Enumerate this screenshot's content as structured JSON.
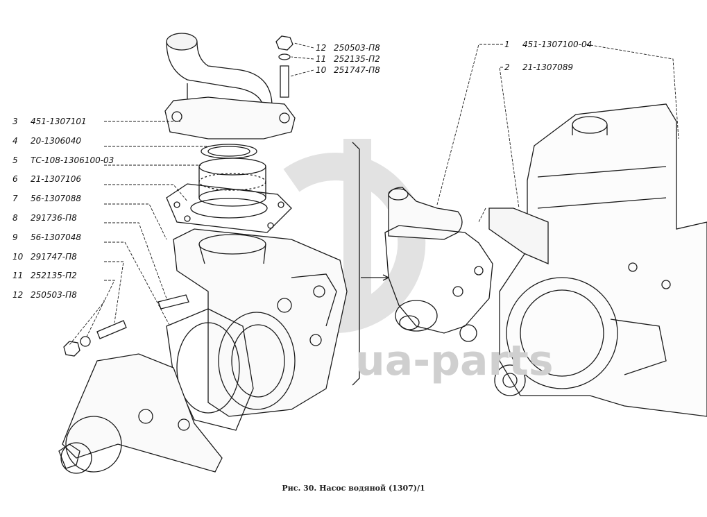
{
  "figure": {
    "caption": "Рис. 30. Насос водяной (1307)/1",
    "watermark": "ua-parts"
  },
  "callouts_left": [
    {
      "num": "3",
      "part": "451-1307101"
    },
    {
      "num": "4",
      "part": "20-1306040"
    },
    {
      "num": "5",
      "part": "ТС-108-1306100-03"
    },
    {
      "num": "6",
      "part": "21-1307106"
    },
    {
      "num": "7",
      "part": "56-1307088"
    },
    {
      "num": "8",
      "part": "291736-П8"
    },
    {
      "num": "9",
      "part": "56-1307048"
    },
    {
      "num": "10",
      "part": "291747-П8"
    },
    {
      "num": "11",
      "part": "252135-П2"
    },
    {
      "num": "12",
      "part": "250503-П8"
    }
  ],
  "callouts_top": [
    {
      "num": "12",
      "part": "250503-П8"
    },
    {
      "num": "11",
      "part": "252135-П2"
    },
    {
      "num": "10",
      "part": "251747-П8"
    }
  ],
  "callouts_right": [
    {
      "num": "1",
      "part": "451-1307100-04"
    },
    {
      "num": "2",
      "part": "21-1307089"
    }
  ],
  "colors": {
    "ink": "#1a1a1a",
    "paper": "#ffffff",
    "watermark": "#d6d6d6"
  }
}
